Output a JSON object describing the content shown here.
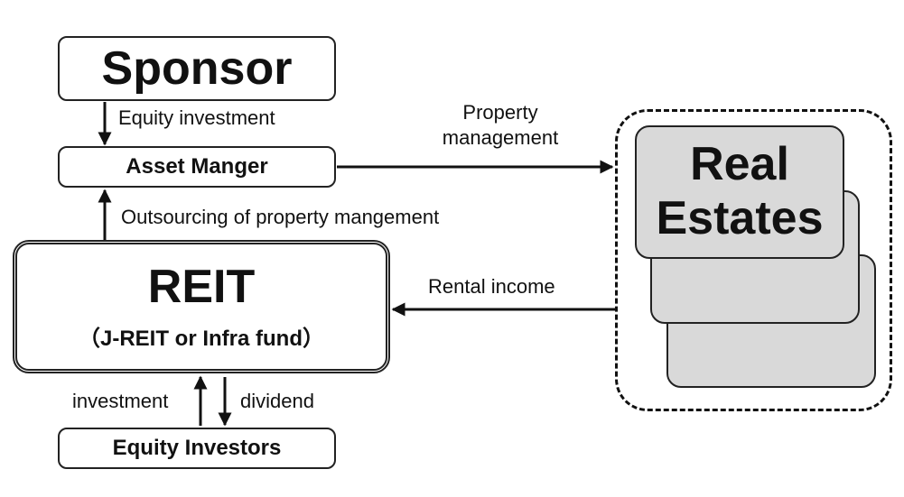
{
  "nodes": {
    "sponsor": "Sponsor",
    "asset_manager": "Asset Manger",
    "reit_title": "REIT",
    "reit_subtitle": "（J-REIT or Infra fund）",
    "equity_investors": "Equity Investors",
    "real_estates_line1": "Real",
    "real_estates_line2": "Estates"
  },
  "edges": {
    "equity_investment": "Equity investment",
    "property_management_line1": "Property",
    "property_management_line2": "management",
    "outsourcing": "Outsourcing of property mangement",
    "rental_income": "Rental income",
    "investment": "investment",
    "dividend": "dividend"
  },
  "colors": {
    "stroke": "#222222",
    "estate_fill": "#d9d9d9"
  }
}
